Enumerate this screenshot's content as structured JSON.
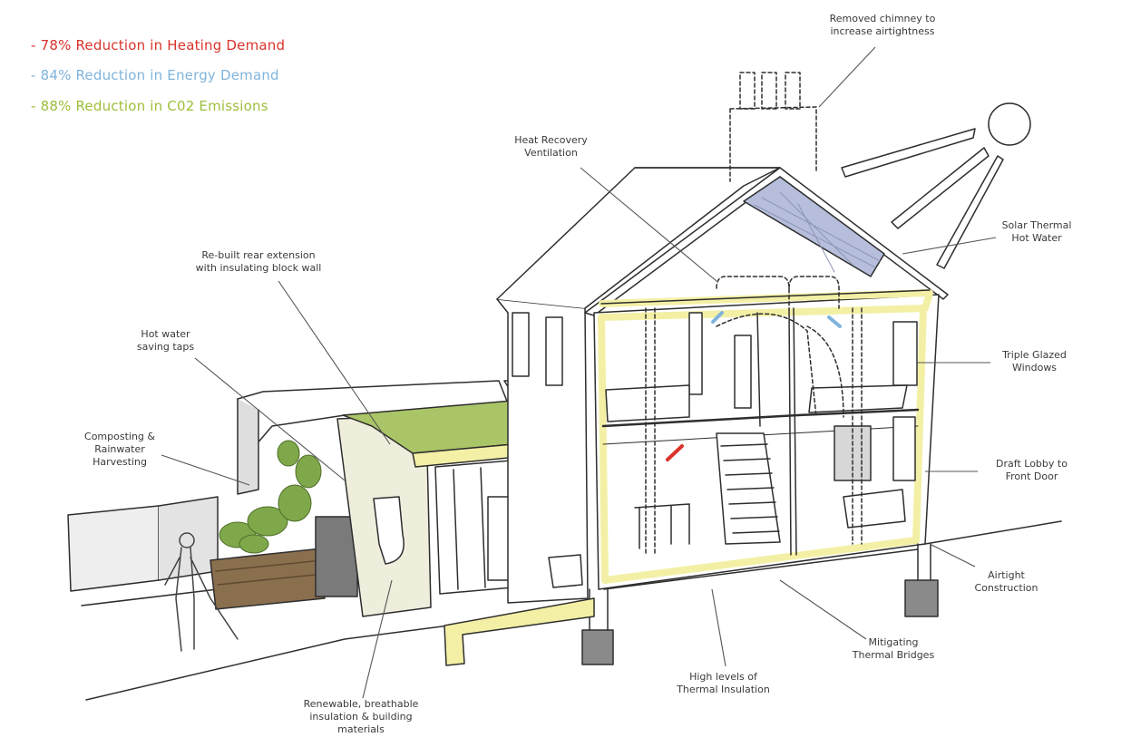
{
  "stats": [
    {
      "text": "- 78% Reduction in Heating Demand",
      "color": "#d9342b"
    },
    {
      "text": "- 84% Reduction in Energy Demand",
      "color": "#7fb4dc"
    },
    {
      "text": "- 88% Reduction in C02 Emissions",
      "color": "#9cbf3a"
    }
  ],
  "callouts": {
    "chimney": "Removed chimney to\nincrease airtightness",
    "hrv": "Heat Recovery\nVentilation",
    "solar": "Solar Thermal\nHot Water",
    "extension": "Re-built rear extension\nwith insulating block wall",
    "taps": "Hot water\nsaving taps",
    "windows": "Triple Glazed\nWindows",
    "compost": "Composting &\nRainwater\nHarvesting",
    "lobby": "Draft Lobby to\nFront Door",
    "airtight": "Airtight\nConstruction",
    "bridges": "Mitigating\nThermal Bridges",
    "insulation": "High levels of\nThermal Insulation",
    "materials": "Renewable, breathable\ninsulation & building\nmaterials"
  },
  "colors": {
    "insulation": "#f3f0a6",
    "green_roof": "#a9c567",
    "solar_panel": "#b6bedb",
    "plants": "#7fa84a",
    "planter": "#8a6f4e",
    "outline": "#2e2e2e",
    "leader": "#555555"
  }
}
